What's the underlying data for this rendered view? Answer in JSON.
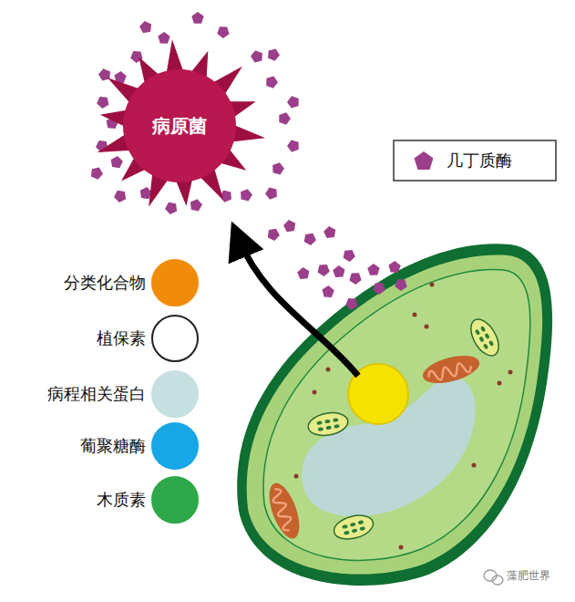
{
  "diagram": {
    "nodes": [
      {
        "text": [
          "病原菌"
        ]
      }
    ],
    "labels": [
      "藻肥世界"
    ],
    "legend": [
      {
        "text": "几丁质酶"
      },
      {
        "text": "分类化合物",
        "color": "#f08c0a"
      },
      {
        "text": "植保素",
        "color": "#ffffff"
      },
      {
        "text": "病程相关蛋白",
        "color": "#c6e0e2"
      },
      {
        "text": "葡聚糖酶",
        "color": "#17a6e6"
      },
      {
        "text": "木质素",
        "color": "#2da84a"
      }
    ]
  }
}
